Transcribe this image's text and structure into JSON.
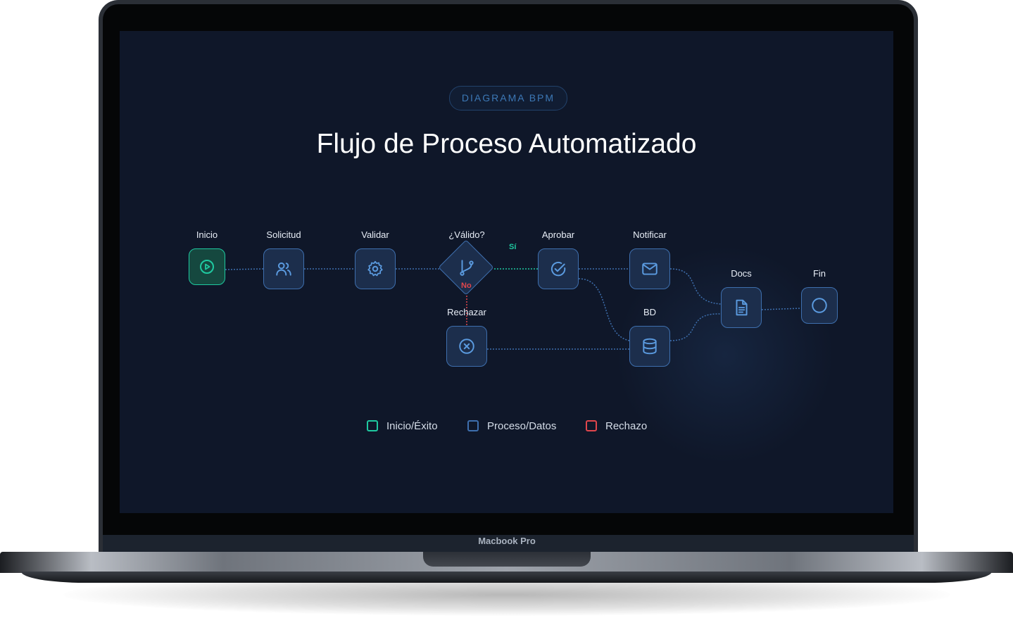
{
  "device": {
    "label": "Macbook Pro"
  },
  "badge": "DIAGRAMA BPM",
  "title": "Flujo de Proceso Automatizado",
  "nodes": {
    "inicio": {
      "label": "Inicio",
      "icon": "play-circle-icon"
    },
    "solicitud": {
      "label": "Solicitud",
      "icon": "users-icon"
    },
    "validar": {
      "label": "Validar",
      "icon": "gear-icon"
    },
    "decision": {
      "label": "¿Válido?",
      "icon": "git-branch-icon"
    },
    "aprobar": {
      "label": "Aprobar",
      "icon": "check-circle-icon"
    },
    "notificar": {
      "label": "Notificar",
      "icon": "mail-icon"
    },
    "rechazar": {
      "label": "Rechazar",
      "icon": "x-circle-icon"
    },
    "bd": {
      "label": "BD",
      "icon": "database-icon"
    },
    "docs": {
      "label": "Docs",
      "icon": "document-icon"
    },
    "fin": {
      "label": "Fin",
      "icon": "circle-icon"
    }
  },
  "edge_labels": {
    "yes": "Sí",
    "no": "No"
  },
  "legend": [
    {
      "label": "Inicio/Éxito",
      "color": "#1fc9a0"
    },
    {
      "label": "Proceso/Datos",
      "color": "#3e6fae"
    },
    {
      "label": "Rechazo",
      "color": "#e0464c"
    }
  ],
  "colors": {
    "screen_bg": "#0f1729",
    "node_bg": "#1c2e4c",
    "process": "#3e6fae",
    "success": "#1fc9a0",
    "reject": "#e0464c",
    "icon": "#5b9be0"
  }
}
